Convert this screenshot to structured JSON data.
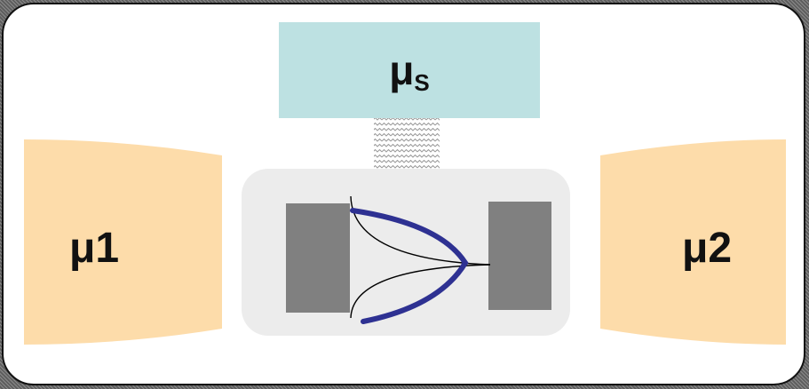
{
  "reservoir_left": {
    "label": "μ1",
    "color": "#fddcaa"
  },
  "reservoir_right": {
    "label": "μ2",
    "color": "#fddcaa"
  },
  "probe": {
    "label_base": "μ",
    "label_sub": "S",
    "color": "#bde1e2"
  },
  "device": {
    "background": "#ececec",
    "contact_color": "#808080",
    "level_curve_color": "#2e3192"
  }
}
